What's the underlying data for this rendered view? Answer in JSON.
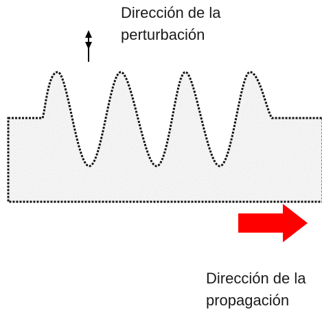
{
  "labels": {
    "disturbance_line1": "Dirección de la",
    "disturbance_line2": "perturbación",
    "propagation_line1": "Dirección de la",
    "propagation_line2": "propagación"
  },
  "colors": {
    "medium_fill": "#e6e6e6",
    "outline": "#111111",
    "propagation_arrow": "#ff0000",
    "disturbance_arrow": "#000000"
  },
  "icons": {
    "disturbance": "double-arrow-vertical-icon",
    "propagation": "arrow-right-icon"
  }
}
